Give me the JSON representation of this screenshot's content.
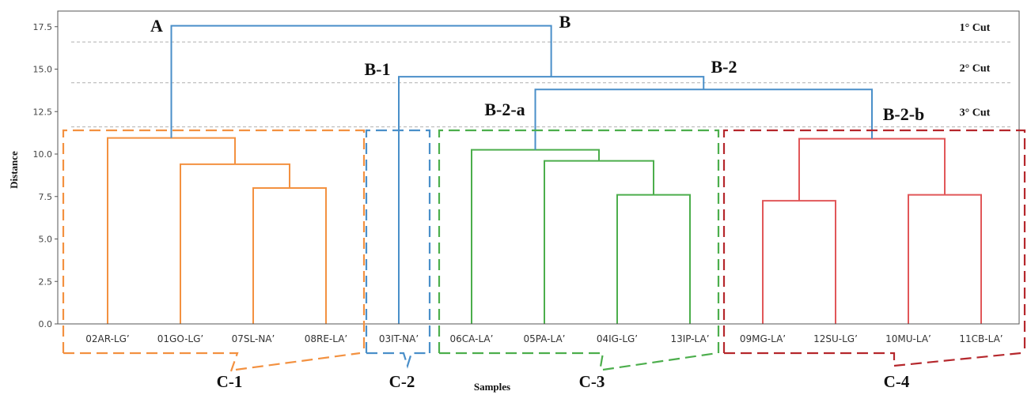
{
  "chart_data": {
    "type": "dendrogram",
    "title": "",
    "xlabel": "Samples",
    "ylabel": "Distance",
    "ylim": [
      0,
      18.5
    ],
    "yticks": [
      "0.0",
      "2.5",
      "5.0",
      "7.5",
      "10.0",
      "12.5",
      "15.0",
      "17.5"
    ],
    "leaves": [
      "02AR-LG’",
      "01GO-LG’",
      "07SL-NA’",
      "08RE-LA’",
      "03IT-NA’",
      "06CA-LA’",
      "05PA-LA’",
      "04IG-LG’",
      "13IP-LA’",
      "09MG-LA’",
      "12SU-LG’",
      "10MU-LA’",
      "11CB-LA’"
    ],
    "merges": [
      {
        "id": "m1",
        "left": "07SL-NA’",
        "right": "08RE-LA’",
        "distance": 8.0,
        "color": "orange"
      },
      {
        "id": "m2",
        "left": "01GO-LG’",
        "right": "m1",
        "distance": 9.4,
        "color": "orange"
      },
      {
        "id": "m3",
        "left": "02AR-LG’",
        "right": "m2",
        "distance": 10.95,
        "color": "orange"
      },
      {
        "id": "g1",
        "left": "04IG-LG’",
        "right": "13IP-LA’",
        "distance": 7.6,
        "color": "green"
      },
      {
        "id": "g2",
        "left": "05PA-LA’",
        "right": "g1",
        "distance": 9.6,
        "color": "green"
      },
      {
        "id": "g3",
        "left": "06CA-LA’",
        "right": "g2",
        "distance": 10.25,
        "color": "green"
      },
      {
        "id": "r1",
        "left": "09MG-LA’",
        "right": "12SU-LG’",
        "distance": 7.25,
        "color": "red"
      },
      {
        "id": "r2",
        "left": "10MU-LA’",
        "right": "11CB-LA’",
        "distance": 7.6,
        "color": "red"
      },
      {
        "id": "r3",
        "left": "r1",
        "right": "r2",
        "distance": 10.9,
        "color": "red"
      },
      {
        "id": "b1",
        "left": "g3",
        "right": "r3",
        "distance": 13.8,
        "color": "blue"
      },
      {
        "id": "b2",
        "left": "03IT-NA’",
        "right": "b1",
        "distance": 14.55,
        "color": "blue"
      },
      {
        "id": "b3",
        "left": "m3",
        "right": "b2",
        "distance": 17.55,
        "color": "blue"
      }
    ],
    "cuts": [
      {
        "label": "1° Cut",
        "distance": 16.6
      },
      {
        "label": "2° Cut",
        "distance": 14.2
      },
      {
        "label": "3° Cut",
        "distance": 11.6
      }
    ],
    "node_annotations": [
      {
        "label": "A",
        "node": "m3"
      },
      {
        "label": "B",
        "node": "b2"
      },
      {
        "label": "B-1",
        "node": "03IT-NA’"
      },
      {
        "label": "B-2",
        "node": "b1"
      },
      {
        "label": "B-2-a",
        "node": "g3"
      },
      {
        "label": "B-2-b",
        "node": "r3"
      }
    ],
    "clusters": [
      {
        "label": "C-1",
        "leaves": [
          "02AR-LG’",
          "01GO-LG’",
          "07SL-NA’",
          "08RE-LA’"
        ],
        "color": "orange"
      },
      {
        "label": "C-2",
        "leaves": [
          "03IT-NA’"
        ],
        "color": "blue"
      },
      {
        "label": "C-3",
        "leaves": [
          "06CA-LA’",
          "05PA-LA’",
          "04IG-LG’",
          "13IP-LA’"
        ],
        "color": "green"
      },
      {
        "label": "C-4",
        "leaves": [
          "09MG-LA’",
          "12SU-LG’",
          "10MU-LA’",
          "11CB-LA’"
        ],
        "color": "darkred"
      }
    ],
    "colors": {
      "orange": "#f39140",
      "green": "#4cae4c",
      "red": "#e15759",
      "blue": "#4a8fc9",
      "darkred": "#b5272c",
      "cutline": "#b0b0b0"
    }
  }
}
